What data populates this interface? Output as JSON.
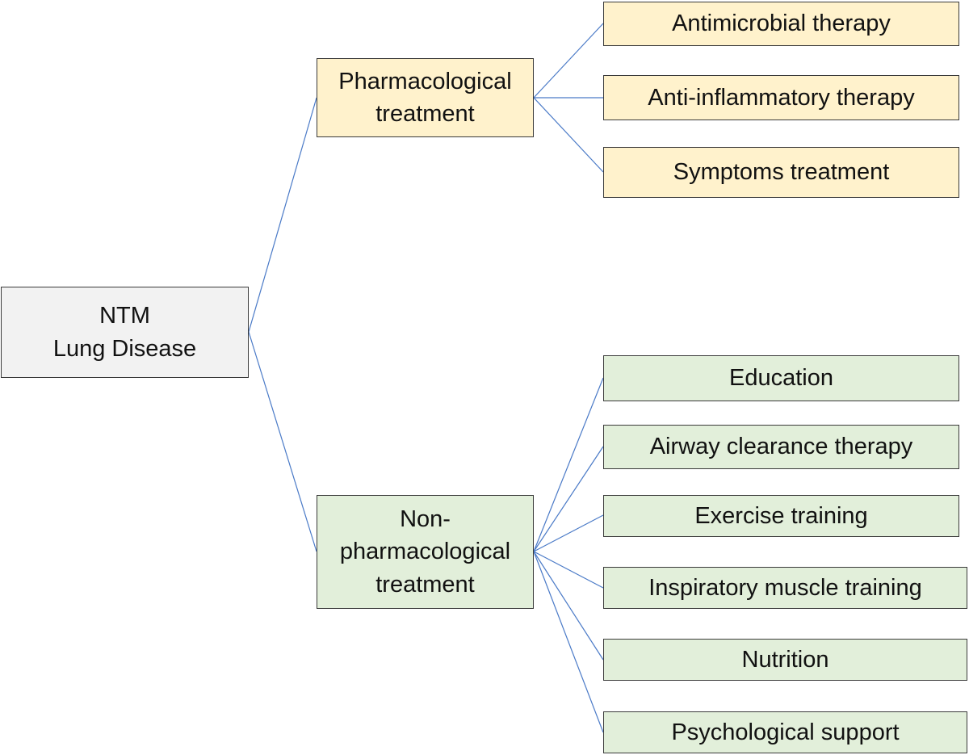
{
  "diagram": {
    "root": {
      "lines": [
        "NTM",
        "Lung Disease"
      ],
      "fill": "#f2f2f2"
    },
    "branches": [
      {
        "lines": [
          "Pharmacological",
          "treatment"
        ],
        "fill": "#fff2cc",
        "children": [
          "Antimicrobial therapy",
          "Anti-inflammatory therapy",
          "Symptoms treatment"
        ]
      },
      {
        "lines": [
          "Non-",
          "pharmacological",
          "treatment"
        ],
        "fill": "#e2efda",
        "children": [
          "Education",
          "Airway clearance therapy",
          "Exercise training",
          "Inspiratory muscle training",
          "Nutrition",
          "Psychological support"
        ]
      }
    ],
    "connector_color": "#4a7ac7",
    "border_color": "#3a3a3a"
  }
}
